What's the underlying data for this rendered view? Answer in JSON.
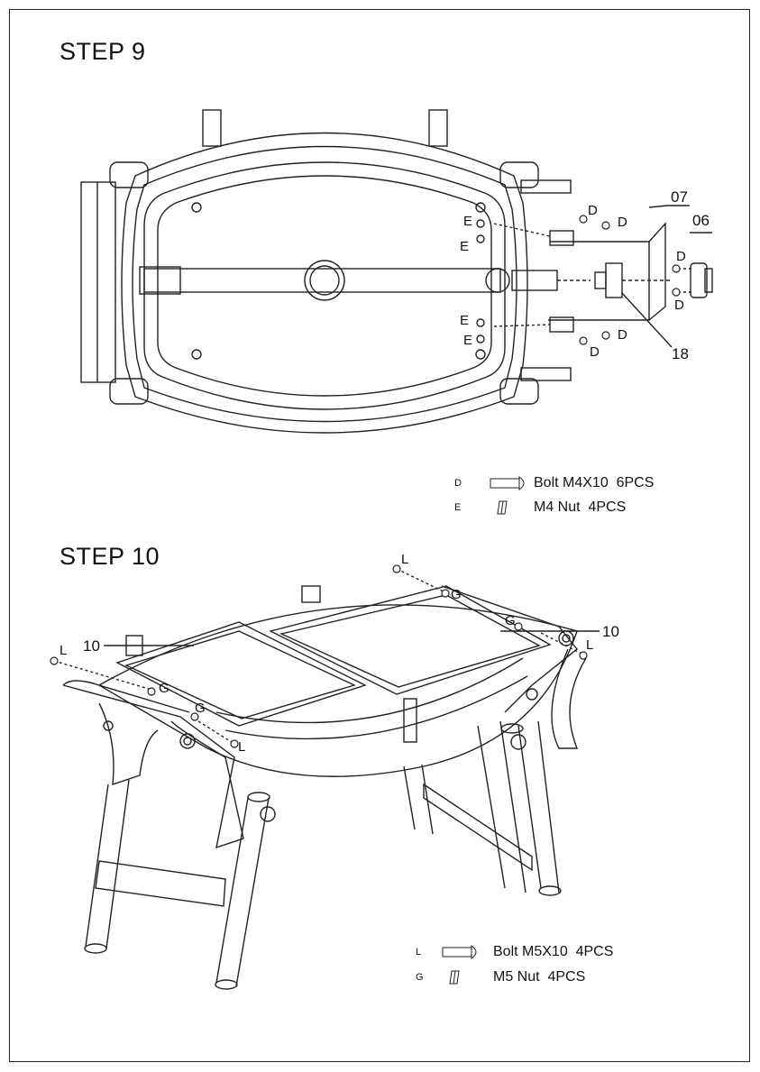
{
  "step9": {
    "title": "STEP 9",
    "labels": {
      "d": "D",
      "e": "E",
      "p07": "07",
      "p06": "06",
      "p18": "18"
    },
    "legend": [
      {
        "code": "D",
        "text": "Bolt M4X10  6PCS",
        "icon": "bolt-icon"
      },
      {
        "code": "E",
        "text": "M4 Nut  4PCS",
        "icon": "nut-icon"
      }
    ]
  },
  "step10": {
    "title": "STEP 10",
    "labels": {
      "l": "L",
      "g": "G",
      "p10": "10"
    },
    "legend": [
      {
        "code": "L",
        "text": "Bolt M5X10  4PCS",
        "icon": "bolt-icon"
      },
      {
        "code": "G",
        "text": "M5 Nut  4PCS",
        "icon": "nut-icon"
      }
    ]
  }
}
